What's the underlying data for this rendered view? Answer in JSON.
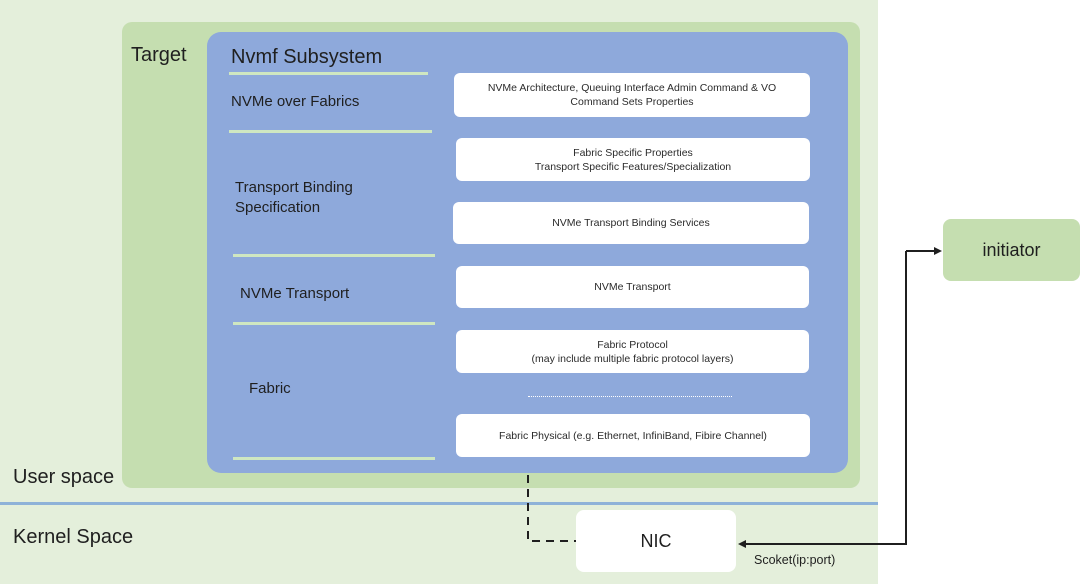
{
  "zones": {
    "user_space": "User space",
    "kernel_space": "Kernel Space"
  },
  "target": {
    "label": "Target",
    "subsystem_title": "Nvmf Subsystem",
    "layers": [
      {
        "label": "NVMe over Fabrics"
      },
      {
        "label": "Transport Binding\nSpecification"
      },
      {
        "label": "NVMe Transport"
      },
      {
        "label": "Fabric"
      }
    ],
    "boxes": [
      "NVMe Architecture, Queuing Interface Admin Command & VO\nCommand Sets Properties",
      "Fabric Specific Properties\nTransport Specific Features/Specialization",
      "NVMe Transport Binding Services",
      "NVMe Transport",
      "Fabric Protocol\n(may include multiple fabric protocol layers)",
      "Fabric Physical (e.g. Ethernet, InfiniBand, Fibire Channel)"
    ]
  },
  "nic": {
    "label": "NIC"
  },
  "initiator": {
    "label": "initiator"
  },
  "socket": {
    "label": "Scoket(ip:port)"
  },
  "colors": {
    "zone_bg": "#e4efdb",
    "target_bg": "#c5deb0",
    "subsystem_bg": "#8ea9db",
    "divider": "#8eb2d8",
    "initiator_bg": "#c5deb0"
  }
}
